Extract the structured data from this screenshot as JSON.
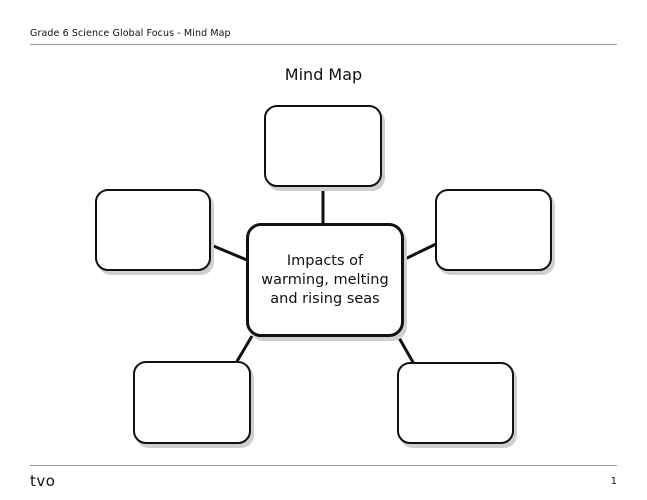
{
  "header": {
    "document_title": "Grade 6 Science Global Focus - Mind Map"
  },
  "main": {
    "title": "Mind Map",
    "central_idea": "Impacts of warming, melting and rising seas",
    "branch_boxes": [
      "",
      "",
      "",
      "",
      ""
    ]
  },
  "footer": {
    "logo": "tvo",
    "page_number": "1"
  }
}
